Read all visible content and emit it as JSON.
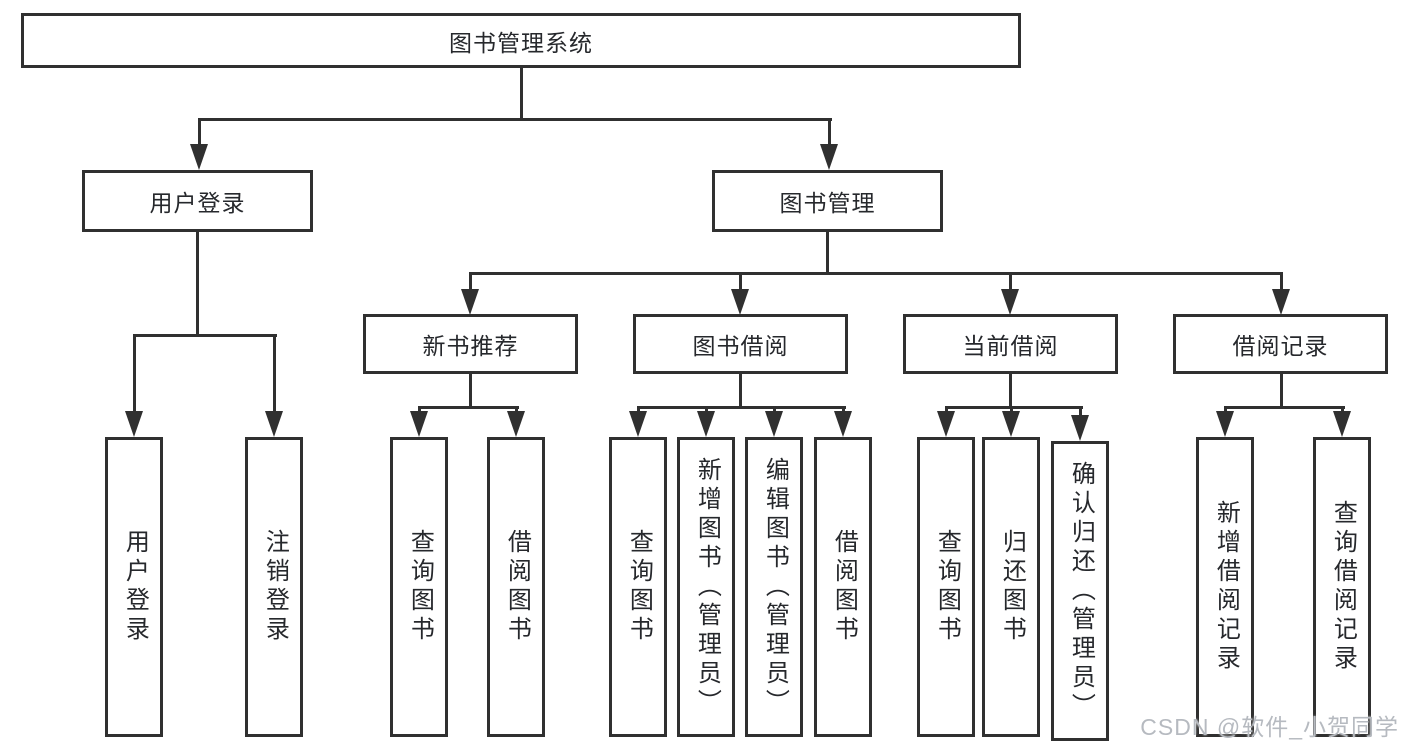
{
  "nodes": {
    "root": "图书管理系统",
    "user_login": "用户登录",
    "book_mgmt": "图书管理",
    "new_book": "新书推荐",
    "book_borrow": "图书借阅",
    "current_borrow": "当前借阅",
    "borrow_records": "借阅记录",
    "user_login_children": [
      "用户登录",
      "注销登录"
    ],
    "new_book_children": [
      "查询图书",
      "借阅图书"
    ],
    "book_borrow_children": [
      "查询图书",
      "新增图书（管理员）",
      "编辑图书（管理员）",
      "借阅图书"
    ],
    "current_borrow_children": [
      "查询图书",
      "归还图书",
      "确认归还（管理员）"
    ],
    "borrow_records_children": [
      "新增借阅记录",
      "查询借阅记录"
    ]
  },
  "watermark": "CSDN @软件_小贺同学",
  "colors": {
    "line": "#303030",
    "text": "#26282c",
    "watermark": "#b6bac0",
    "background": "#ffffff"
  }
}
